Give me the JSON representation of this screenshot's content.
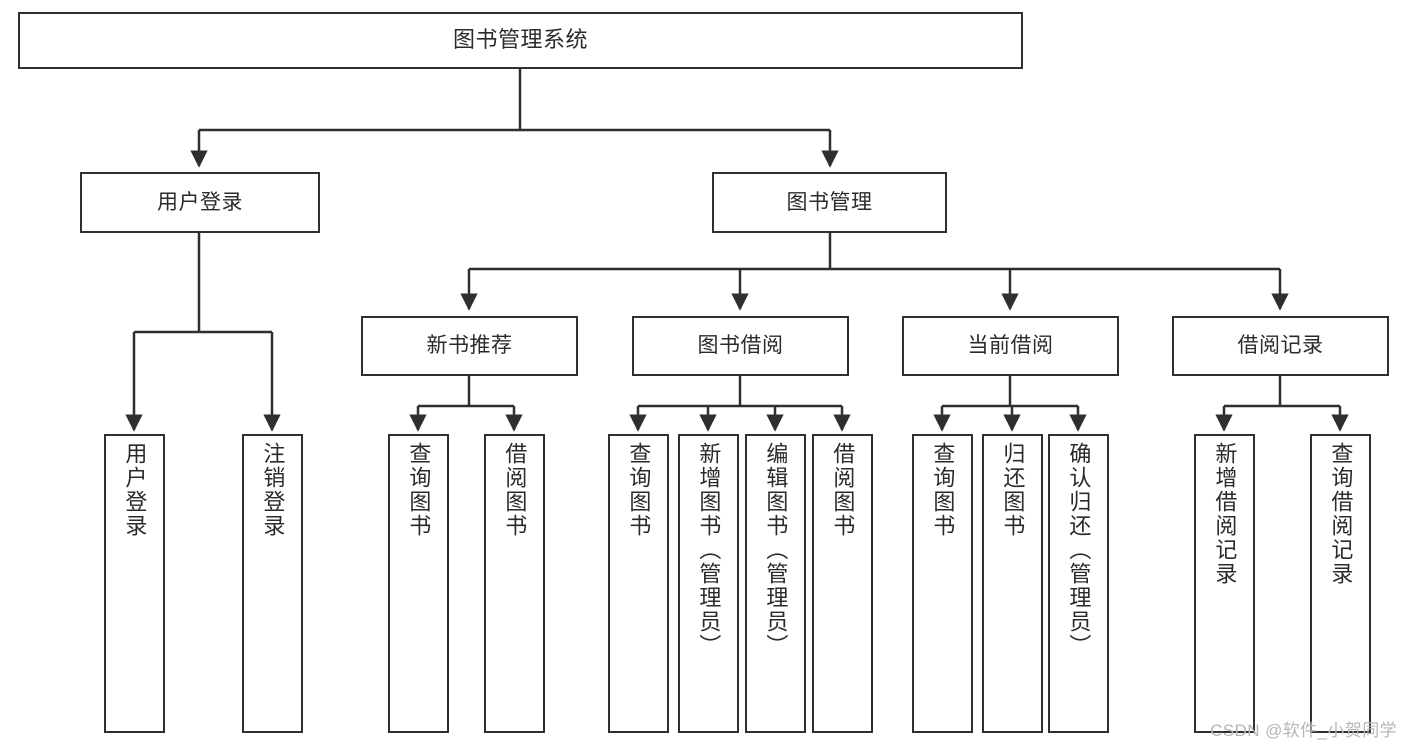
{
  "diagram": {
    "title": "图书管理系统",
    "watermark": "CSDN @软件_小贺同学",
    "style": {
      "border_color": "#2f2f2f",
      "text_color": "#2b2b2b",
      "background": "#ffffff",
      "watermark_color": "#b6b6b6"
    },
    "nodes": {
      "root": {
        "label": "图书管理系统"
      },
      "level2": [
        {
          "label": "用户登录"
        },
        {
          "label": "图书管理"
        }
      ],
      "level3": [
        {
          "label": "新书推荐"
        },
        {
          "label": "图书借阅"
        },
        {
          "label": "当前借阅"
        },
        {
          "label": "借阅记录"
        }
      ],
      "leaves": [
        {
          "label": "用户登录"
        },
        {
          "label": "注销登录"
        },
        {
          "label": "查询图书"
        },
        {
          "label": "借阅图书"
        },
        {
          "label": "查询图书"
        },
        {
          "label": "新增图书（管理员）"
        },
        {
          "label": "编辑图书（管理员）"
        },
        {
          "label": "借阅图书"
        },
        {
          "label": "查询图书"
        },
        {
          "label": "归还图书"
        },
        {
          "label": "确认归还（管理员）"
        },
        {
          "label": "新增借阅记录"
        },
        {
          "label": "查询借阅记录"
        }
      ]
    }
  }
}
